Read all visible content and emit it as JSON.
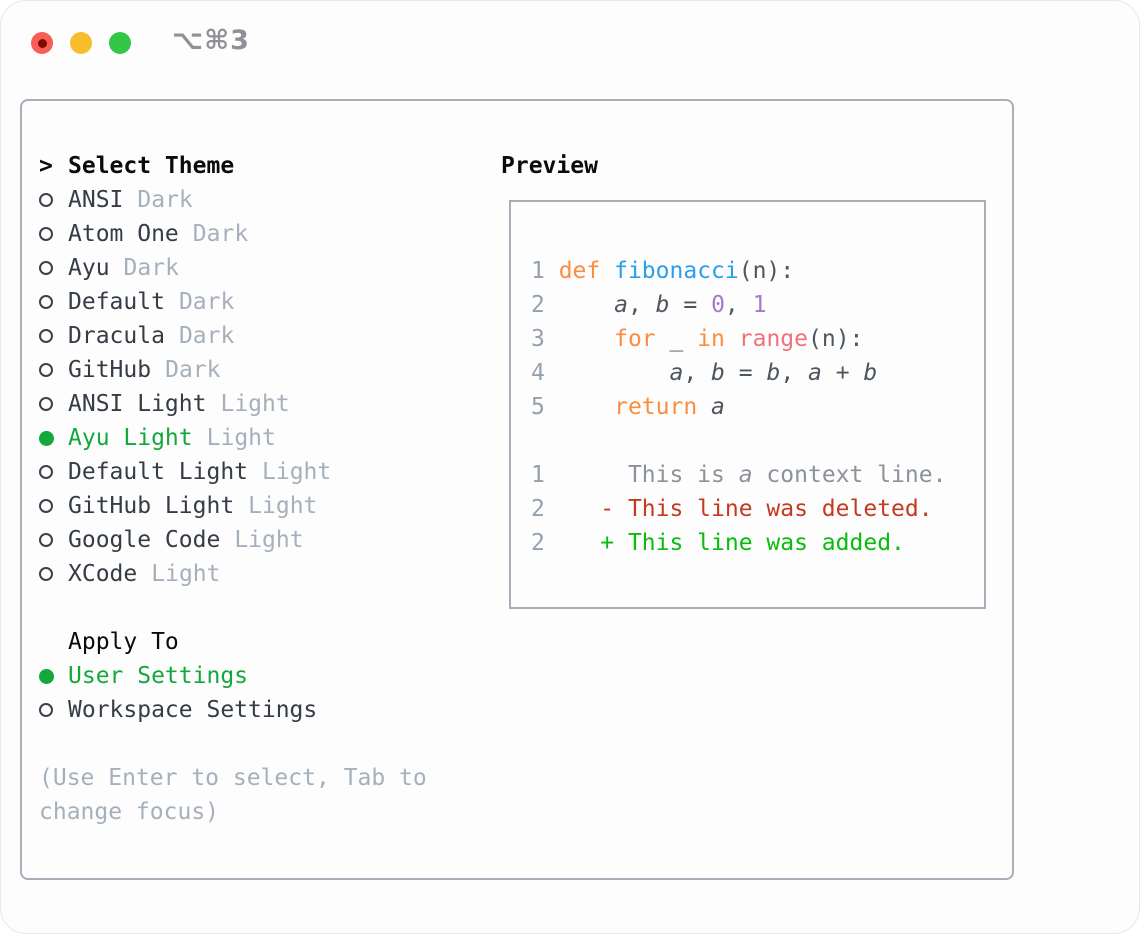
{
  "titlebar": {
    "shortcut": "⌥⌘3",
    "buttons": [
      "close",
      "minimize",
      "zoom"
    ]
  },
  "panel": {
    "left": {
      "header_prefix": ">",
      "header": "Select Theme",
      "themes": [
        {
          "name": "ANSI",
          "variant": "Dark",
          "selected": false
        },
        {
          "name": "Atom One",
          "variant": "Dark",
          "selected": false
        },
        {
          "name": "Ayu",
          "variant": "Dark",
          "selected": false
        },
        {
          "name": "Default",
          "variant": "Dark",
          "selected": false
        },
        {
          "name": "Dracula",
          "variant": "Dark",
          "selected": false
        },
        {
          "name": "GitHub",
          "variant": "Dark",
          "selected": false
        },
        {
          "name": "ANSI Light",
          "variant": "Light",
          "selected": false
        },
        {
          "name": "Ayu Light",
          "variant": "Light",
          "selected": true
        },
        {
          "name": "Default Light",
          "variant": "Light",
          "selected": false
        },
        {
          "name": "GitHub Light",
          "variant": "Light",
          "selected": false
        },
        {
          "name": "Google Code",
          "variant": "Light",
          "selected": false
        },
        {
          "name": "XCode",
          "variant": "Light",
          "selected": false
        }
      ],
      "apply_to": {
        "header": "Apply To",
        "options": [
          {
            "name": "User Settings",
            "selected": true
          },
          {
            "name": "Workspace Settings",
            "selected": false
          }
        ]
      },
      "hint": "(Use Enter to select, Tab to change focus)"
    },
    "preview": {
      "header": "Preview",
      "lines": [
        {
          "n": "1",
          "t": [
            [
              "def",
              "kw"
            ],
            [
              " "
            ],
            [
              "fibonacci",
              "fn"
            ],
            [
              "(n):"
            ]
          ]
        },
        {
          "n": "2",
          "t": [
            [
              "    "
            ],
            [
              "a",
              "it"
            ],
            [
              ", "
            ],
            [
              "b",
              "it"
            ],
            [
              " = "
            ],
            [
              "0",
              "num"
            ],
            [
              ", "
            ],
            [
              "1",
              "num"
            ]
          ]
        },
        {
          "n": "3",
          "t": [
            [
              "    "
            ],
            [
              "for",
              "kw"
            ],
            [
              " _ "
            ],
            [
              "in",
              "kw"
            ],
            [
              " "
            ],
            [
              "range",
              "coral"
            ],
            [
              "(n):"
            ]
          ]
        },
        {
          "n": "4",
          "t": [
            [
              "        "
            ],
            [
              "a",
              "it"
            ],
            [
              ", "
            ],
            [
              "b",
              "it"
            ],
            [
              " = "
            ],
            [
              "b",
              "it"
            ],
            [
              ", "
            ],
            [
              "a",
              "it"
            ],
            [
              " + "
            ],
            [
              "b",
              "it"
            ]
          ]
        },
        {
          "n": "5",
          "t": [
            [
              "    "
            ],
            [
              "return",
              "kw"
            ],
            [
              " "
            ],
            [
              "a",
              "it"
            ]
          ]
        },
        {
          "n": "",
          "t": []
        },
        {
          "n": "1",
          "t": [
            [
              "     This is ",
              "ctx"
            ],
            [
              "a",
              "ctxit"
            ],
            [
              " context line.",
              "ctx"
            ]
          ]
        },
        {
          "n": "2",
          "t": [
            [
              "   - This line was deleted.",
              "del"
            ]
          ]
        },
        {
          "n": "2",
          "t": [
            [
              "   + This line was added.",
              "add"
            ]
          ]
        }
      ]
    }
  },
  "colors": {
    "accent_green": "#12a83c",
    "diff_red": "#c43a21",
    "diff_green": "#09bd0c",
    "keyword_orange": "#fa8d3e",
    "function_blue": "#2ba0ea",
    "number_purple": "#a37acc",
    "builtin_coral": "#f0717a",
    "muted_gray": "#a6b0bc",
    "code_gray": "#4d565e",
    "line_number_gray": "#93a1ae",
    "context_gray": "#8c9299",
    "border_gray": "#a6aeb8",
    "traffic_red": "#f65e56",
    "traffic_yellow": "#f8bd2c",
    "traffic_green": "#33c748"
  }
}
